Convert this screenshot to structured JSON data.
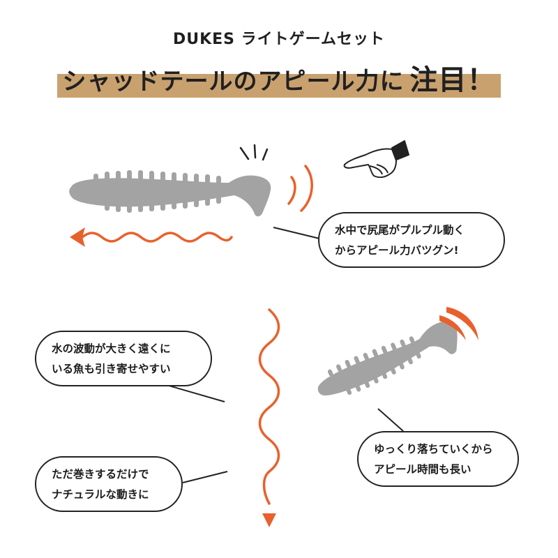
{
  "header": {
    "subtitle": "DUKES ライトゲームセット",
    "headline_main": "シャッドテールのアピール力に",
    "headline_emphasis": "注目！"
  },
  "callouts": {
    "tail_vibration": {
      "line1": "水中で尻尾がプルプル動く",
      "line2": "からアピール力バツグン!"
    },
    "wave_attraction": {
      "line1": "水の波動が大きく遠くに",
      "line2": "いる魚も引き寄せやすい"
    },
    "slow_fall": {
      "line1": "ゆっくり落ちていくから",
      "line2": "アピール時間も長い"
    },
    "just_reel": {
      "line1": "ただ巻きするだけで",
      "line2": "ナチュラルな動きに"
    }
  },
  "colors": {
    "accent_band": "#c9a16f",
    "motion_orange": "#e8612c",
    "lure_gray": "#a3a3a3",
    "outline": "#222222"
  },
  "icons": [
    "shad-lure-icon",
    "pointing-hand-icon",
    "vibration-lines-icon",
    "wavy-arrow-icon"
  ]
}
